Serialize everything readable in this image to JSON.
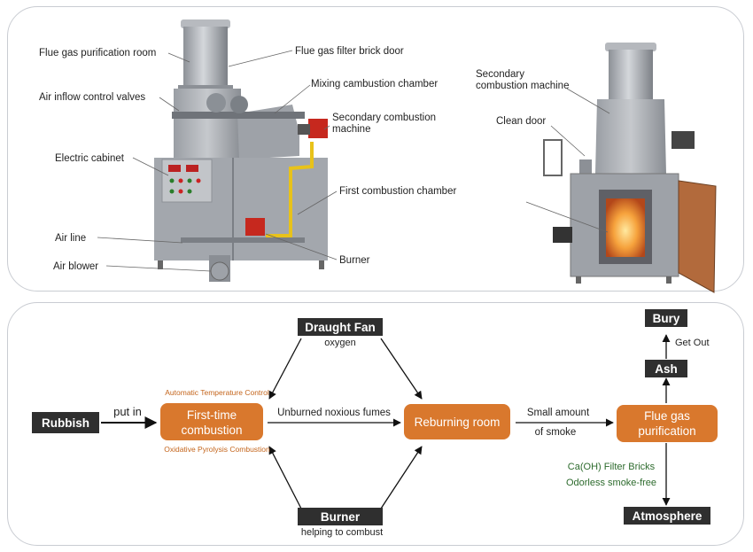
{
  "machine_labels": {
    "flue_gas_purification_room": "Flue gas purification room",
    "air_inflow_control_valves": "Air inflow control valves",
    "electric_cabinet": "Electric cabinet",
    "air_line": "Air line",
    "air_blower": "Air blower",
    "flue_gas_filter_brick_door": "Flue gas filter brick door",
    "mixing_combustion_chamber": "Mixing cambustion chamber",
    "secondary_combustion_machine_1": "Secondary combustion",
    "secondary_combustion_machine_2": "machine",
    "first_combustion_chamber": "First combustion chamber",
    "burner": "Burner",
    "right_secondary_1": "Secondary",
    "right_secondary_2": "combustion machine",
    "clean_door": "Clean door"
  },
  "flow": {
    "rubbish": "Rubbish",
    "put_in": "put in",
    "first_time_1": "First-time",
    "first_time_2": "combustion",
    "auto_temp": "Automatic Temperature Control",
    "oxidative": "Oxidative Pyrolysis Combustion",
    "draught_fan": "Draught Fan",
    "oxygen": "oxygen",
    "burner": "Burner",
    "helping": "helping to combust",
    "unburned": "Unburned noxious fumes",
    "reburning": "Reburning room",
    "small_amount": "Small amount",
    "of_smoke": "of smoke",
    "flue_gas_1": "Flue gas",
    "flue_gas_2": "purification",
    "ash": "Ash",
    "get_out": "Get Out",
    "bury": "Bury",
    "filter_bricks": "Ca(OH) Filter Bricks",
    "odorless": "Odorless smoke-free",
    "atmosphere": "Atmosphere"
  },
  "colors": {
    "orange": "#d9782d",
    "dark": "#2f2f2f",
    "steel": "#a9adb3",
    "fire": "#f29a3a"
  }
}
